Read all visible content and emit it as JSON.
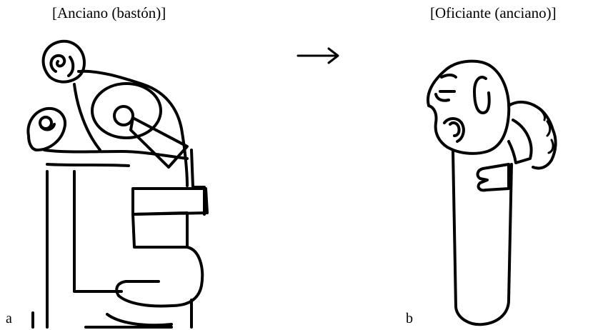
{
  "figure": {
    "panel_a": {
      "caption": "[Anciano (bastón)]",
      "letter": "a"
    },
    "panel_b": {
      "caption": "[Oficiante (anciano)]",
      "letter": "b"
    },
    "arrow_glyph": "→"
  },
  "colors": {
    "ink": "#000000",
    "paper": "#ffffff"
  }
}
